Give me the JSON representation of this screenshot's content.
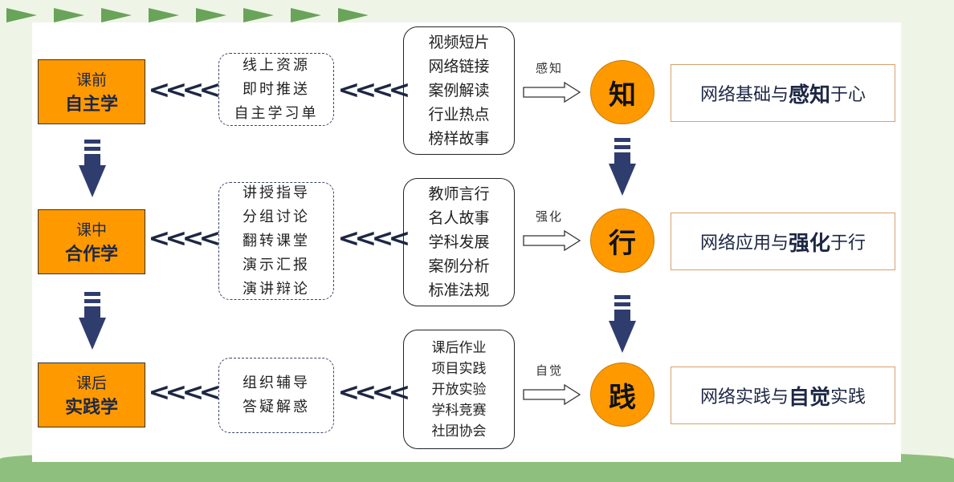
{
  "stages": [
    {
      "sub": "课前",
      "main": "自主学"
    },
    {
      "sub": "课中",
      "main": "合作学"
    },
    {
      "sub": "课后",
      "main": "实践学"
    }
  ],
  "methods": [
    [
      "线上资源",
      "即时推送",
      "自主学习单"
    ],
    [
      "讲授指导",
      "分组讨论",
      "翻转课堂",
      "演示汇报",
      "演讲辩论"
    ],
    [
      "组织辅导",
      "答疑解惑"
    ]
  ],
  "resources": [
    [
      "视频短片",
      "网络链接",
      "案例解读",
      "行业热点",
      "榜样故事"
    ],
    [
      "教师言行",
      "名人故事",
      "学科发展",
      "案例分析",
      "标准法规"
    ],
    [
      "课后作业",
      "项目实践",
      "开放实验",
      "学科竞赛",
      "社团协会"
    ]
  ],
  "arrow_labels": [
    "感知",
    "强化",
    "自觉"
  ],
  "levels": [
    "知",
    "行",
    "践"
  ],
  "goals": [
    {
      "pre": "网络基础与",
      "key": "感知",
      "post": "于心"
    },
    {
      "pre": "网络应用与",
      "key": "强化",
      "post": "于行"
    },
    {
      "pre": "网络实践与",
      "key": "自觉",
      "post": "实践"
    }
  ],
  "colors": {
    "orange": "#ff9900",
    "navy": "#2f3d6e",
    "green": "#6aa35a"
  }
}
